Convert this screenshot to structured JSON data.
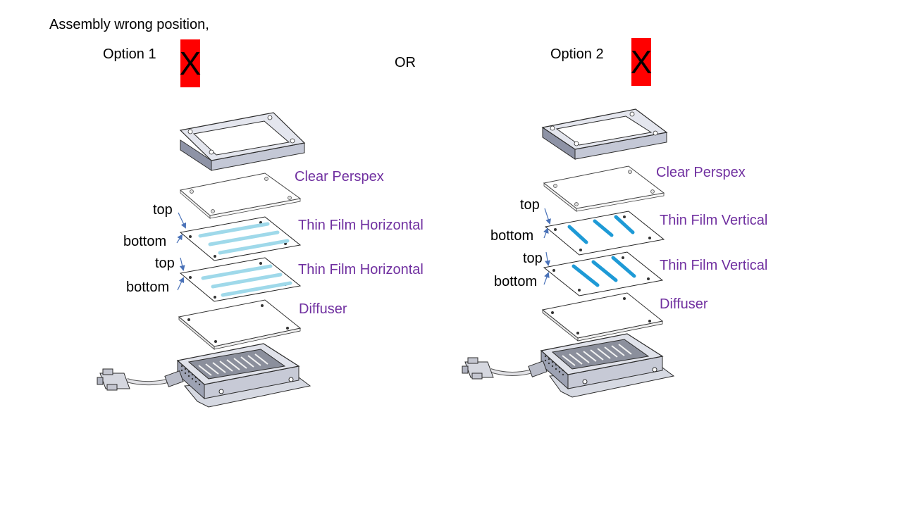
{
  "heading": "Assembly wrong position,",
  "or_text": "OR",
  "colors": {
    "label": "#7030A0",
    "mark_box": "#FF0000",
    "film_horizontal": "#9fd9ea",
    "film_vertical": "#1e9ad6",
    "arrow": "#4a72b8"
  },
  "options": [
    {
      "title": "Option 1",
      "mark": "X",
      "layers": {
        "perspex": "Clear Perspex",
        "film1": "Thin Film Horizontal",
        "film2": "Thin Film Horizontal",
        "diffuser": "Diffuser"
      },
      "arrows": {
        "top1": "top",
        "bottom1": "bottom",
        "top2": "top",
        "bottom2": "bottom"
      }
    },
    {
      "title": "Option 2",
      "mark": "X",
      "layers": {
        "perspex": "Clear Perspex",
        "film1": "Thin Film Vertical",
        "film2": "Thin Film Vertical",
        "diffuser": "Diffuser"
      },
      "arrows": {
        "top1": "top",
        "bottom1": "bottom",
        "top2": "top",
        "bottom2": "bottom"
      }
    }
  ]
}
